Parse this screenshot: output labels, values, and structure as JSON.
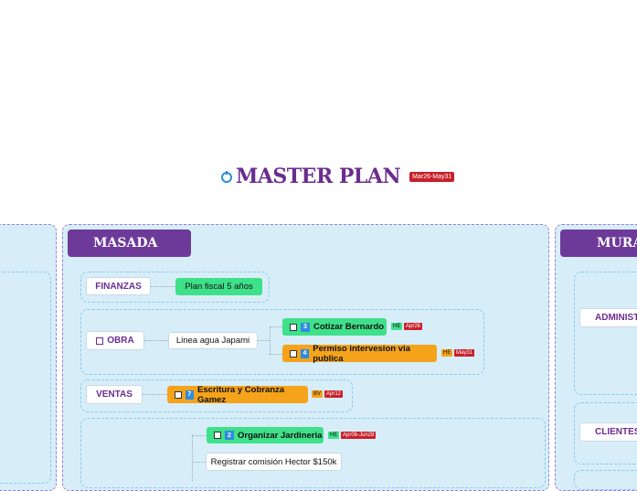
{
  "title": {
    "text": "MASTER PLAN",
    "date": "Mar26-May31"
  },
  "masada": {
    "header": "MASADA",
    "finanzas": {
      "label": "FINANZAS",
      "task": "Plan fiscal 5 años"
    },
    "obra": {
      "label": "OBRA",
      "mid": "Linea agua Japami",
      "tasks": [
        {
          "num": "3",
          "text": "Cotizar Bernardo",
          "who": "HE",
          "date": "Apr26"
        },
        {
          "num": "4",
          "text": "Permiso intervesion via publica",
          "who": "HE",
          "date": "May31"
        }
      ]
    },
    "ventas": {
      "label": "VENTAS",
      "num": "7",
      "text": "Escritura y Cobranza Gamez",
      "who": "BV",
      "date": "Apr12"
    },
    "last": {
      "task1": {
        "num": "2",
        "text": "Organizar Jardineria",
        "who": "HE",
        "date": "Apr06-Jun28"
      },
      "task2": "Registrar comisión Hector $150k"
    }
  },
  "mura": {
    "header": "MURA",
    "administra": "ADMINISTRA",
    "clientes": "CLIENTES"
  },
  "colors": {
    "purple": "#6e3a9a",
    "green": "#3fe08a",
    "orange": "#f4a31b",
    "red": "#c8202a",
    "blue": "#2f8be0"
  }
}
